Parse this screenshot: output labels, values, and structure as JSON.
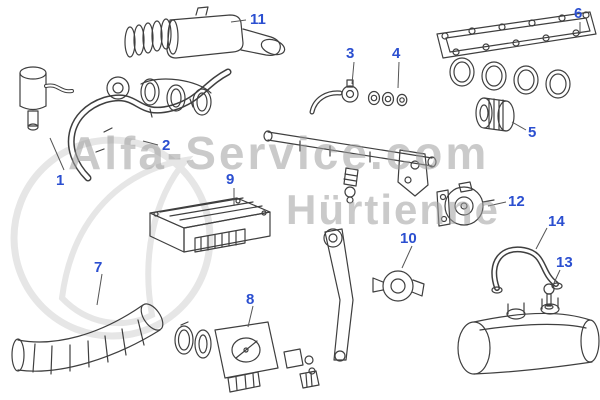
{
  "watermark": {
    "site": "Alfa-Service.com",
    "name": "Hürtienne"
  },
  "labels": [
    {
      "text": "1"
    },
    {
      "text": "2"
    },
    {
      "text": "3"
    },
    {
      "text": "4"
    },
    {
      "text": "5"
    },
    {
      "text": "6"
    },
    {
      "text": "7"
    },
    {
      "text": "8"
    },
    {
      "text": "9"
    },
    {
      "text": "10"
    },
    {
      "text": "11"
    },
    {
      "text": "12"
    },
    {
      "text": "13"
    },
    {
      "text": "14"
    }
  ],
  "colors": {
    "label": "#2b4fd0",
    "line": "#3f3f3f",
    "watermark": "#9f9f9f"
  }
}
